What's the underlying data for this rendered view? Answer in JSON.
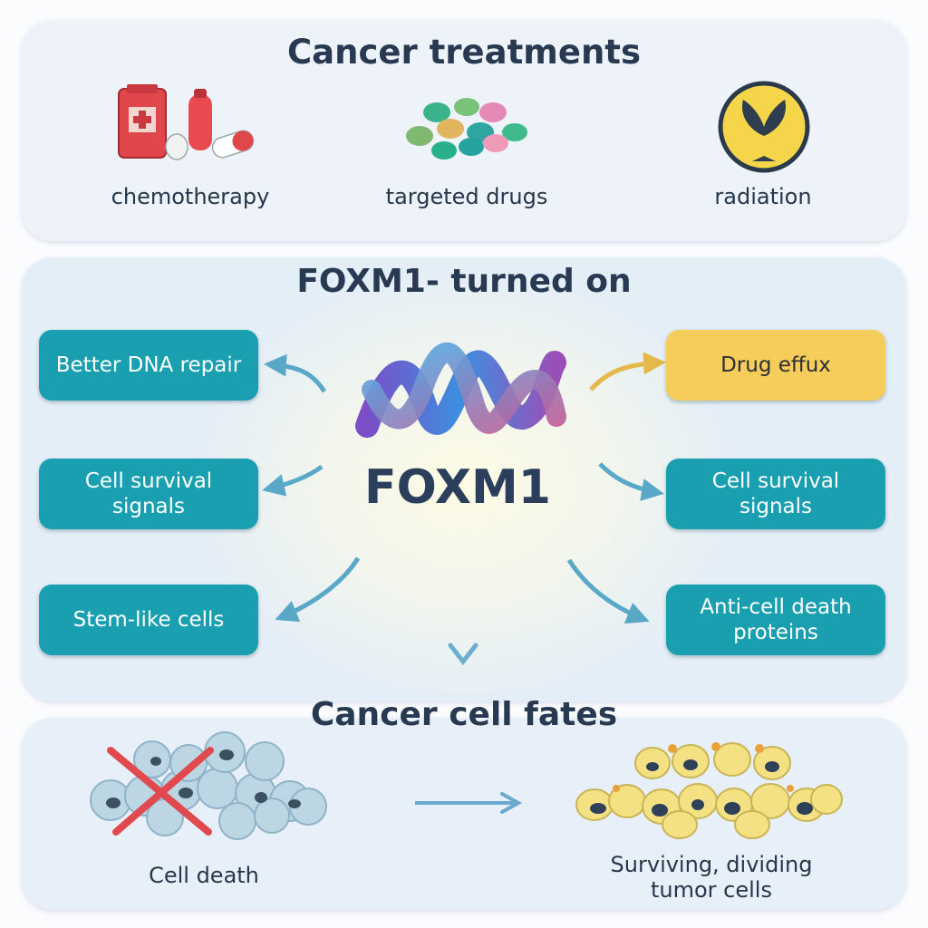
{
  "treatments": {
    "title": "Cancer treatments",
    "items": [
      {
        "label": "chemotherapy",
        "icon": "chemotherapy-icon"
      },
      {
        "label": "targeted drugs",
        "icon": "pills-icon"
      },
      {
        "label": "radiation",
        "icon": "radiation-icon"
      }
    ]
  },
  "foxm1": {
    "title": "FOXM1- turned on",
    "center_label": "FOXM1",
    "left_boxes": [
      "Better DNA repair",
      "Cell survival signals",
      "Stem-like cells"
    ],
    "right_boxes": [
      "Drug effux",
      "Cell survival signals",
      "Anti-cell death proteins"
    ]
  },
  "fates": {
    "title": "Cancer cell fates",
    "death": "Cell death",
    "surviving": "Surviving, dividing tumor cells"
  },
  "colors": {
    "teal_box": "#1a9fb0",
    "yellow_box": "#f6cd5a",
    "title_text": "#273a52",
    "arrow": "#5aa8c8"
  }
}
